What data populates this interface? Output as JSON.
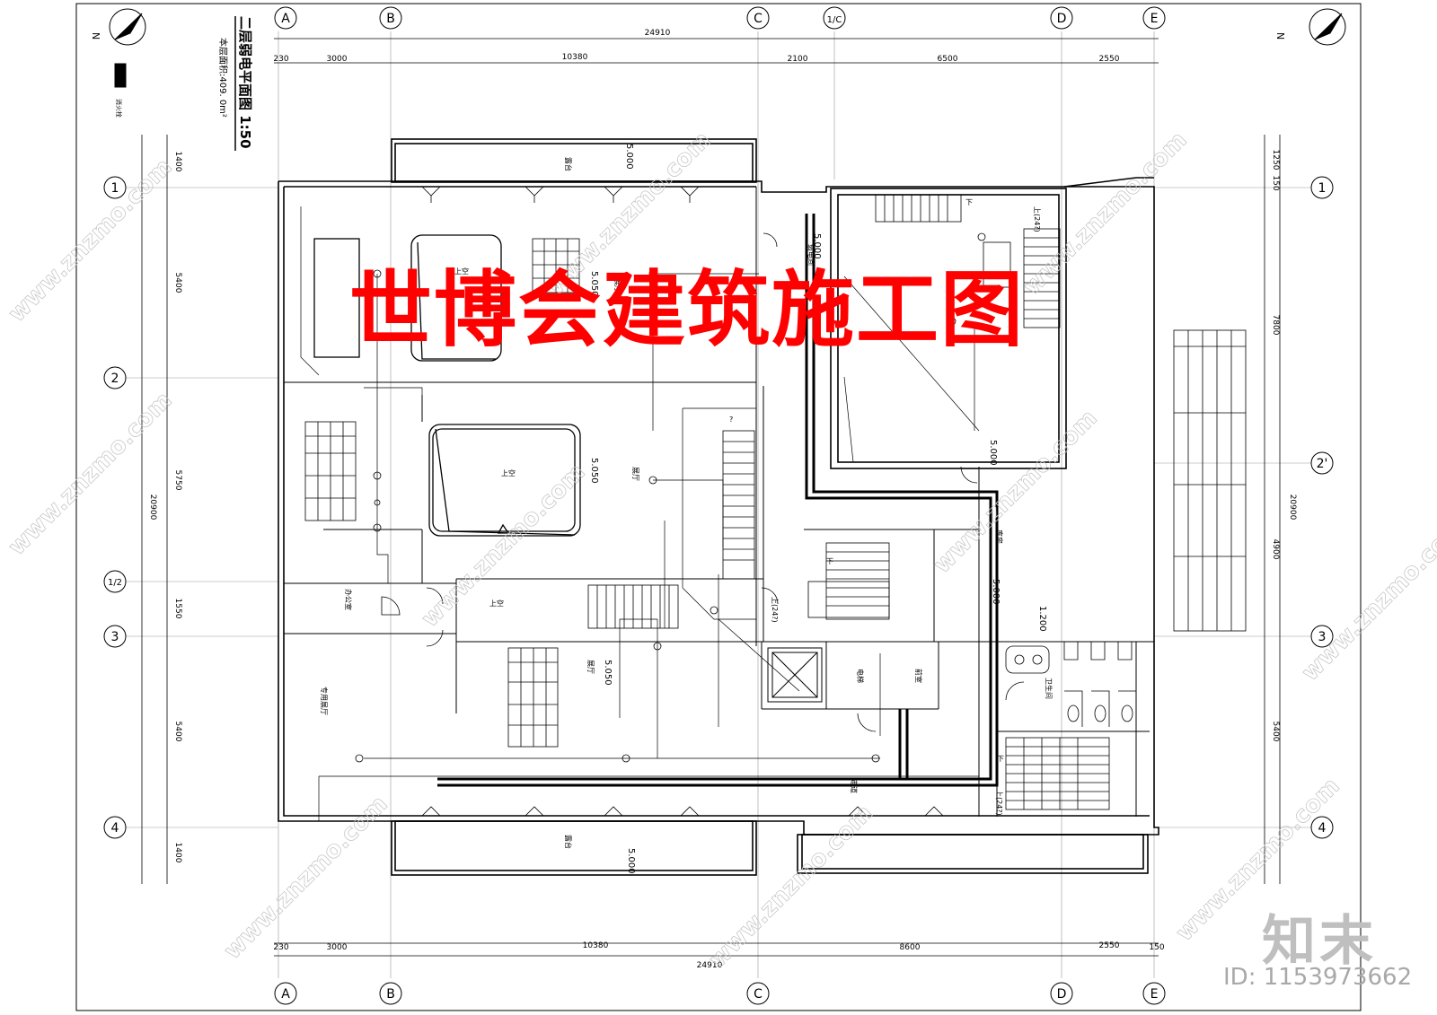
{
  "overlay_title": "世博会建筑施工图",
  "drawing_title": "二层弱电平面图 1:50",
  "floor_area": "本层面积:409. 0m²",
  "north_label": "N",
  "legend_label": "消火栓",
  "grid_labels": {
    "columns": [
      "A",
      "B",
      "C",
      "1/C",
      "D",
      "E"
    ],
    "rows": [
      "1",
      "2",
      "1/2",
      "3",
      "4"
    ],
    "right_rows": [
      "1",
      "2'",
      "3",
      "4"
    ]
  },
  "dimensions": {
    "top_total": "24910",
    "top_segments": [
      "230",
      "3000",
      "10380",
      "2100",
      "6500",
      "2550"
    ],
    "bottom_total": "24910",
    "bottom_segments": [
      "230",
      "3000",
      "10380",
      "8600",
      "2550",
      "150"
    ],
    "left_total": "20900",
    "left_segments": [
      "1400",
      "5400",
      "5750",
      "1550",
      "5400",
      "1400"
    ],
    "right_total": "20900",
    "right_segments": [
      "1250",
      "150",
      "7800",
      "4900",
      "5400"
    ]
  },
  "room_labels": {
    "void_1": "上空",
    "void_2": "上空",
    "void_3": "上空",
    "balcony_top": "露台",
    "balcony_bottom": "露台",
    "exhibit_hall_1": "展厅",
    "exhibit_hall_2": "展厅",
    "exhibit_hall_3": "展厅",
    "office": "办公室",
    "storage": "库房",
    "aisle": "走道",
    "stair_down": "下",
    "stair_up_1": "上(24?)",
    "stair_up_2": "上(24?)",
    "stair_up_3": "上(24?)",
    "weak_room": "弱电间",
    "exhibit_room": "专用展厅",
    "toilet": "卫生间",
    "elevator_1": "电梯",
    "elevator_2": "前室",
    "question": "?"
  },
  "elevations": [
    "5.000",
    "5.050",
    "5.050",
    "5.050",
    "5.000",
    "5.000",
    "5.000",
    "1.200",
    "5.000"
  ],
  "watermark": "www.znzmo.com",
  "brand": "知末",
  "id_text": "ID: 1153973662"
}
